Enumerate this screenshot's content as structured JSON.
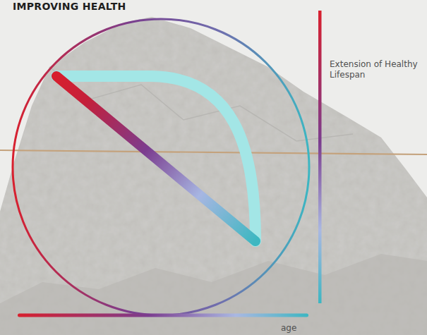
{
  "diagram": {
    "title": "IMPROVING HEALTH",
    "labels": [
      "Extension of Healthy Lifespan",
      "age"
    ]
  }
}
